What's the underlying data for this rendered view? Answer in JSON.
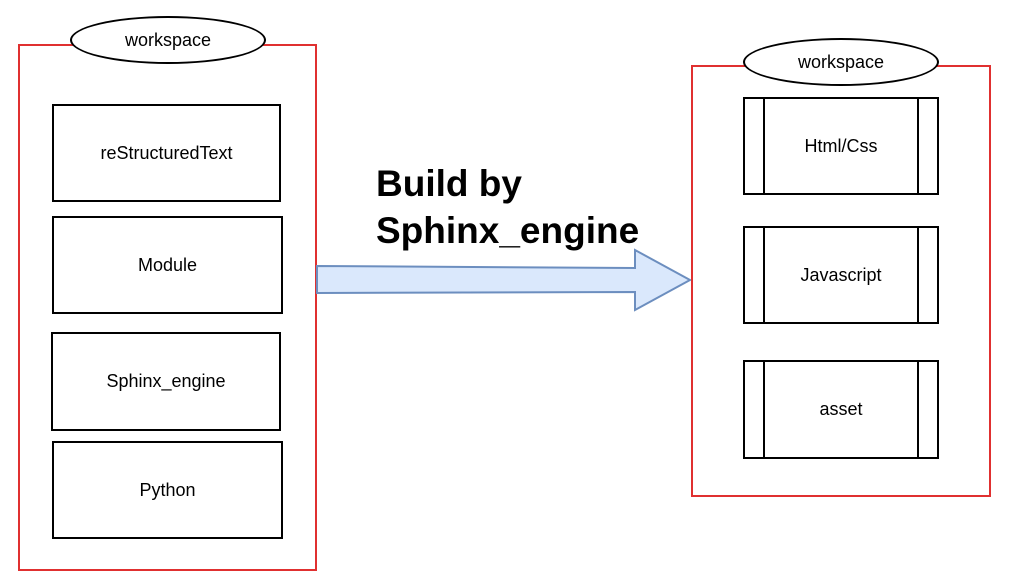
{
  "source": {
    "container_label": "workspace",
    "items": [
      "reStructuredText",
      "Module",
      "Sphinx_engine",
      "Python"
    ]
  },
  "build": {
    "line1": "Build by",
    "line2": "Sphinx_engine"
  },
  "output": {
    "container_label": "workspace",
    "items": [
      "Html/Css",
      "Javascript",
      "asset"
    ]
  },
  "colors": {
    "container_border": "#e03030",
    "arrow_fill": "#dae8fc",
    "arrow_stroke": "#6c8ebf"
  }
}
